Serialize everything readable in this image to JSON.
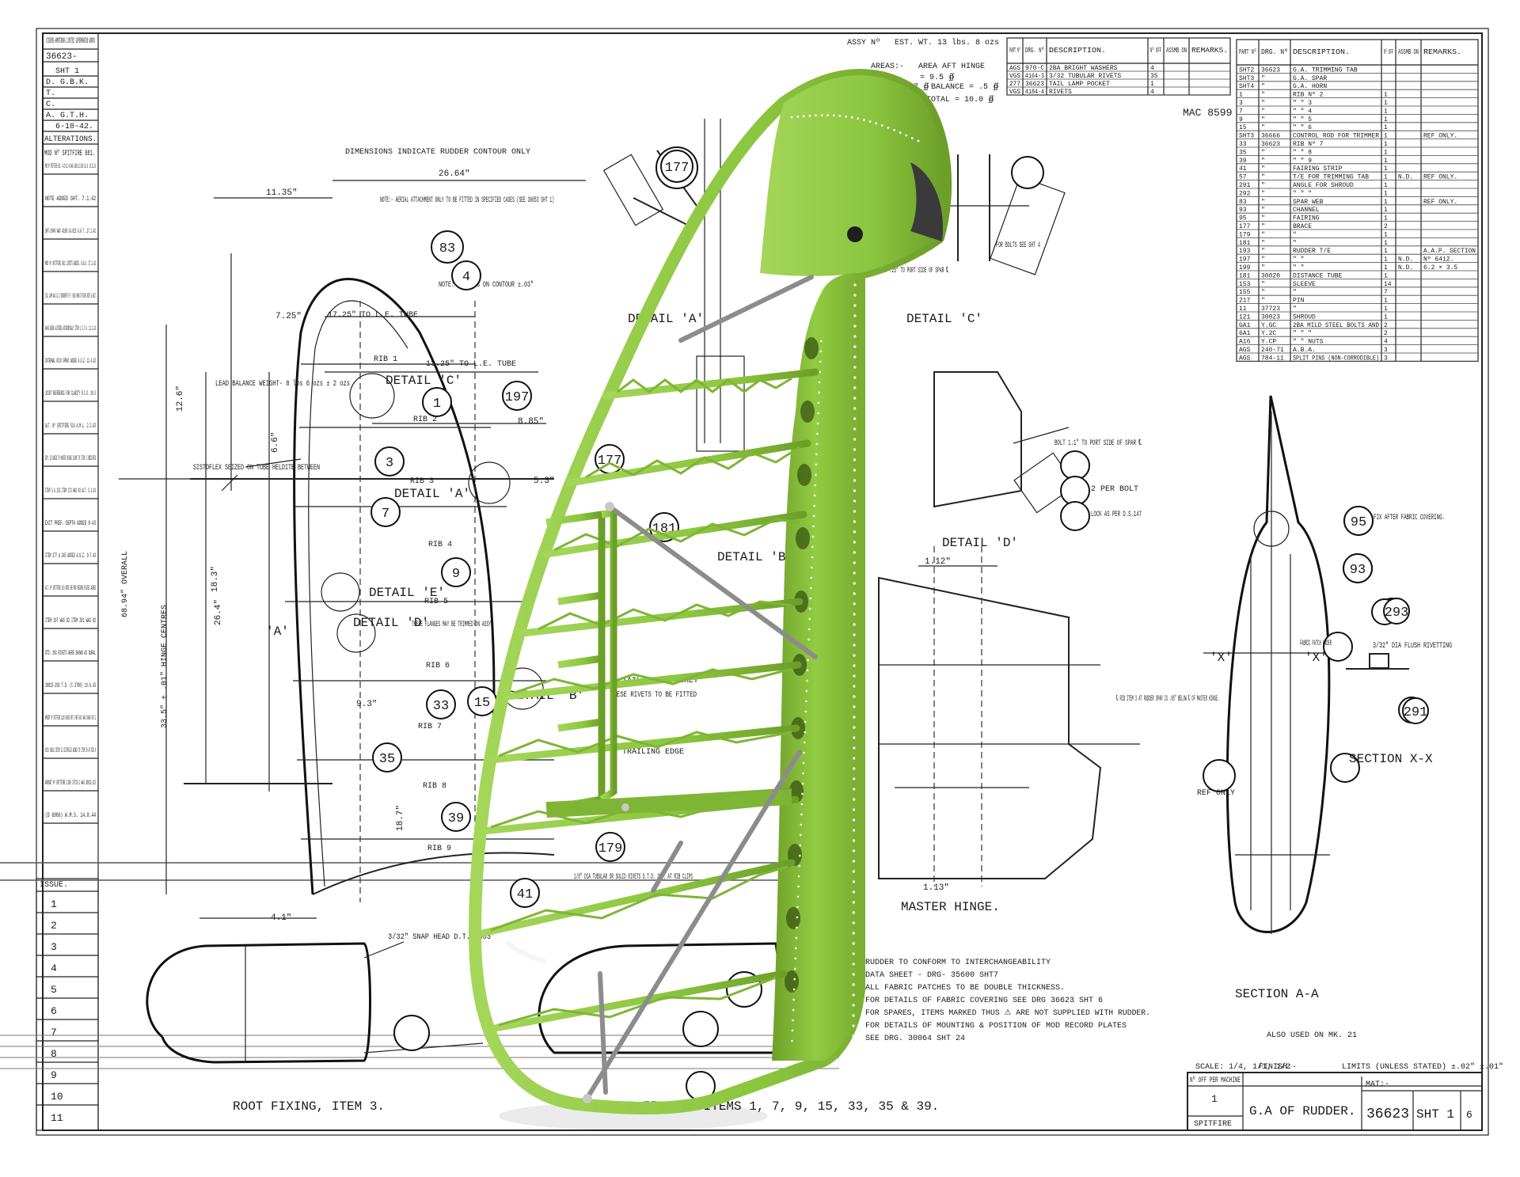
{
  "drawing": {
    "mac_number": "MAC 8599",
    "header": {
      "assy_no": "ASSY Nº",
      "est_wt": "EST. WT. 13 lbs. 8 ozs",
      "areas": "AREAS:-",
      "area_aft_hinge": "AREA AFT HINGE",
      "area_value": "= 9.5 ∯",
      "area_fore": "AREA = 0.7 ∯",
      "balance": "BALANCE = .5 ∯",
      "total": "TOTAL = 10.0 ∯"
    },
    "left_strip": {
      "firm": "VICKERS-ARMSTRONG LIMITED SUPERMARINE WORKS",
      "drawing_no": "36623-",
      "sheet": "SHT 1",
      "d": "D. G.B.K.",
      "t": "T.",
      "c": "C.",
      "a": "A. G.T.H.",
      "date": "6-10-42.",
      "alterations": "ALTERATIONS.",
      "mod": "MOD Nº SPITFIRE 681.",
      "issue": "ISSUE.",
      "issues": [
        "1",
        "2",
        "3",
        "4",
        "5",
        "6",
        "7",
        "8",
        "9",
        "10",
        "11"
      ],
      "notes": [
        "MOD Nº SPITFIRE 681. 4-23-11-43 WAS 4186-12.026 D.B.K. 20.12.42",
        "NOTE ADDED SHT. 7.1.42",
        "SHT-2049 WAS 4168-14.023 G.H.T. 17.1.42",
        "MOD Nº SPITFIRE 681 LIMITS ADDED. B.B.K. 27.2.42",
        "TAIL LAMP WAS Z.D.2 TRANSPORT P.P. 5082 HORN TO RIGHT NOTE & BOLT",
        "HAVE BEEN ALTERED ACCORDINGLY ITEM 1 G.T.H. 12.3.42",
        "INTERNAL KICK SPRAY ADDED A.G.Z. 12.4.42",
        "JOINT REFERENCE FOR CLARITY R.C.O. 30.5",
        "ALT. Nº SPITFIRE 516 A.M.L. 2.3.43",
        "DIM. IS ADDED TO MASTER HINGE SLOPE TO ITEM 3 INDICATED",
        "ITEM 5 & 152 ITEM 173 WAS 93 ALT. 5.3.43",
        "EXIT PREF. DEPTH ADDED 8-43",
        "ITEM 277 & 245 ADDED A.G.Z. 9-7.43",
        "ALT. Nº SPITFIRE 516 NOTE RE MOD RECORD PLATES ADDED",
        "ITEM 197 WAS 82 ITEM 291 WAS 82",
        "DTD. 303 RIVETS WERE SHOWN AS DURAL",
        "30023-293 T.D. (C.3708) 19.6.43",
        "AMENDT Nº SPITFIRE 1100 36665 SHT 3 REF ONLY WAS 36666 SHT.2",
        "VICK 36662 ISTEM 31 SISTOFLEX ADDED TO ITEM 39 AT RIB 9",
        "AMENDT Nº SPITFIRE 1350 37723-1 WAS 30023-215",
        "(D 6986) W.M.S. 14.8.44"
      ]
    },
    "top_parts_table": {
      "headers": [
        "PART Nº",
        "DRG. Nº",
        "DESCRIPTION.",
        "Nº OFF",
        "ASSMB ON",
        "REMARKS."
      ],
      "rows": [
        [
          "AGS",
          "970-C",
          "2BA BRIGHT WASHERS",
          "4",
          ""
        ],
        [
          "VGS",
          "4164-3",
          "3/32 TUBULAR RIVETS",
          "35",
          ""
        ],
        [
          "277",
          "36623",
          "TAIL LAMP POCKET",
          "1",
          ""
        ],
        [
          "VGS",
          "4184-4",
          "RIVETS",
          "4",
          ""
        ]
      ]
    },
    "right_parts_table": {
      "headers": [
        "PART Nº",
        "DRG. Nº",
        "DESCRIPTION.",
        "Nº OFF",
        "ASSMB ON",
        "REMARKS."
      ],
      "rows": [
        [
          "SHT2",
          "36623",
          "G.A. TRIMMING TAB",
          "",
          "",
          ""
        ],
        [
          "SHT3",
          "\"",
          "G.A. SPAR",
          "",
          "",
          ""
        ],
        [
          "SHT4",
          "\"",
          "G.A. HORN",
          "",
          "",
          ""
        ],
        [
          "1",
          "\"",
          "RIB Nº 2",
          "1",
          "",
          ""
        ],
        [
          "3",
          "\"",
          "\"  \"  3",
          "1",
          "",
          ""
        ],
        [
          "7",
          "\"",
          "\"  \"  4",
          "1",
          "",
          ""
        ],
        [
          "9",
          "\"",
          "\"  \"  5",
          "1",
          "",
          ""
        ],
        [
          "15",
          "\"",
          "\"  \"  6",
          "1",
          "",
          ""
        ],
        [
          "SHT3",
          "36666",
          "CONTROL ROD FOR TRIMMER",
          "1",
          "",
          "REF ONLY."
        ],
        [
          "33",
          "36623",
          "RIB Nº 7",
          "1",
          "",
          ""
        ],
        [
          "35",
          "\"",
          "\"  \"  8",
          "1",
          "",
          ""
        ],
        [
          "39",
          "\"",
          "\"  \"  9",
          "1",
          "",
          ""
        ],
        [
          "41",
          "\"",
          "FAIRING STRIP",
          "1",
          "",
          ""
        ],
        [
          "57",
          "\"",
          "T/E FOR TRIMMING TAB",
          "1",
          "N.D.",
          "REF ONLY."
        ],
        [
          "291",
          "\"",
          "ANGLE FOR SHROUD",
          "1",
          "",
          ""
        ],
        [
          "292",
          "\"",
          "\"   \"   \"",
          "1",
          "",
          ""
        ],
        [
          "83",
          "\"",
          "SPAR WEB",
          "1",
          "",
          "REF ONLY."
        ],
        [
          "93",
          "\"",
          "CHANNEL",
          "1",
          "",
          ""
        ],
        [
          "95",
          "\"",
          "FAIRING",
          "1",
          "",
          ""
        ],
        [
          "177",
          "\"",
          "BRACE",
          "2",
          "",
          ""
        ],
        [
          "179",
          "\"",
          "\"",
          "1",
          "",
          ""
        ],
        [
          "181",
          "\"",
          "\"",
          "1",
          "",
          ""
        ],
        [
          "193",
          "\"",
          "RUDDER T/E",
          "1",
          "",
          "A.A.P. SECTION"
        ],
        [
          "197",
          "\"",
          "\"   \"",
          "1",
          "N.D.",
          "Nº 6412."
        ],
        [
          "199",
          "\"",
          "\"   \"",
          "1",
          "N.D.",
          "6.2 × 3.5"
        ],
        [
          "181",
          "30020",
          "DISTANCE TUBE",
          "1",
          "",
          ""
        ],
        [
          "153",
          "\"",
          "SLEEVE",
          "14",
          "",
          ""
        ],
        [
          "155",
          "\"",
          "\"",
          "7",
          "",
          ""
        ],
        [
          "217",
          "\"",
          "PIN",
          "1",
          "",
          ""
        ],
        [
          "11",
          "37723",
          "\"",
          "1",
          "",
          ""
        ],
        [
          "121",
          "30023",
          "SHROUD",
          "1",
          "",
          ""
        ],
        [
          "GA1",
          "Y.GC",
          "2BA MILD STEEL BOLTS AND",
          "2",
          "",
          ""
        ],
        [
          "6A1",
          "Y.2C",
          "\"   \"   \"",
          "2",
          "",
          ""
        ],
        [
          "A16",
          "Y.CP",
          "\"   \"   NUTS",
          "4",
          "",
          ""
        ],
        [
          "AGS",
          "240-71",
          "A.B.A.",
          "3",
          "",
          ""
        ],
        [
          "AGS",
          "784-11",
          "SPLIT PINS (NON-CORRODIBLE)",
          "3",
          "",
          ""
        ]
      ]
    },
    "views": {
      "detail_a": "DETAIL 'A'",
      "detail_b": "DETAIL 'B'",
      "detail_c": "DETAIL 'C'",
      "detail_d": "DETAIL 'D'",
      "detail_e": "DETAIL 'E'",
      "master_hinge": "MASTER HINGE.",
      "section_aa": "SECTION A-A",
      "section_xx": "SECTION X-X",
      "root_fixing": "ROOT FIXING, ITEM 3.",
      "all_rib_fixings": "ALL RIB FIXINGS ITEMS 1, 7, 9, 15, 33, 35 & 39.",
      "dims_note": "DIMENSIONS INDICATE RUDDER CONTOUR ONLY",
      "label_a": "'A'",
      "label_x": "'X'"
    },
    "notes": {
      "aerial": "NOTE:- AERIAL ATTACHMENT ONLY TO BE FITTED IN SPECIFIED CASES (SEE 36653 SHT 1)",
      "limits": "NOTE:- LIMITS ON CONTOUR ±.03\"",
      "lead_balance": "LEAD BALANCE WEIGHT- 8 lbs 6 ozs ± 2 ozs",
      "sistoflex": "SISTOFLEX SEIZED ON TUBE HELDITE BETWEEN",
      "flanges": "THESE FLANGES MAY BE TRIMMED ON ASSY",
      "trailing_edge": "TRAILING EDGE",
      "tail_lamp": "TAIL LAMP POCKET",
      "rivets": "THESE RIVETS TO BE FITTED",
      "tubular": "1/8\" DIA TUBULAR OR SOLID RIVETS D.T.D. 303, AT RIB CLIPS",
      "snap_head": "3/32\" SNAP HEAD D.T.D 303",
      "fix_after": "FIX AFTER FABRIC COVERING.",
      "flush": "3/32\" DIA FLUSH RIVETTING",
      "fabric_patch": "FABRIC PATCH UNDER",
      "rib_item": "℄ RIB ITEM 3 AT RUDDER SPAR IS .05\" BELOW ℄ OF MASTER HINGE.",
      "bolt_port": "BOLT 1.1\" TO PORT SIDE OF SPAR ℄",
      "bolt_tail": "BOLT .25\" TO PORT SIDE OF SPAR ℄",
      "for_bolts": "FOR BOLTS SEE SHT 4",
      "per_bolt": "2 PER BOLT",
      "lock_as": "LOCK AS PER D.S.147",
      "interchangeability": [
        "RUDDER TO CONFORM TO INTERCHANGEABILITY",
        "DATA SHEET - DRG- 35600 SHT7",
        "ALL FABRIC PATCHES TO BE DOUBLE THICKNESS.",
        "FOR DETAILS OF FABRIC COVERING SEE DRG 36623 SHT 6",
        "FOR SPARES, ITEMS MARKED THUS ⚠ ARE NOT SUPPLIED WITH RUDDER.",
        "FOR DETAILS OF MOUNTING & POSITION OF MOD RECORD PLATES",
        "SEE DRG. 30064 SHT 24"
      ],
      "also_used": "ALSO USED ON MK. 21",
      "ref_only": "REF ONLY"
    },
    "dimensions": {
      "d1": "26.64\"",
      "d2": "11.35\"",
      "d3": "7.25\"",
      "d4": "17.25\" TO L.E. TUBE",
      "d5": "13.25\" TO L.E. TUBE",
      "d6": "8.85\"",
      "d7": "5.3\"",
      "d8": "6.6\"",
      "d9": "18.3\"",
      "d10": "26.4\"",
      "d11": "68.94\" OVERALL",
      "d12": "33.5\" ± .01\" HINGE CENTRES",
      "d13": "9.3\"",
      "d14": "18.7\"",
      "d15": "4.1\"",
      "d16": "1.13\"",
      "d17": "1.12\"",
      "d18": "12.6\""
    },
    "balloons": [
      "83",
      "4",
      "1",
      "3",
      "7",
      "9",
      "33",
      "15",
      "35",
      "39",
      "41",
      "177",
      "177",
      "181",
      "179",
      "197",
      "93",
      "95",
      "293",
      "291"
    ],
    "ribs": [
      "RIB 1",
      "RIB 2",
      "RIB 3",
      "RIB 4",
      "RIB 5",
      "RIB 6",
      "RIB 7",
      "RIB 8",
      "RIB 9"
    ],
    "title_block": {
      "scale": "SCALE: 1/4, 1/1, 1/2",
      "finish": "FINISH:-",
      "limits": "LIMITS (UNLESS STATED) ±.02\" ±.01\"",
      "mat": "MAT:-",
      "no_off": "Nº OFF PER MACHINE",
      "qty": "1",
      "type": "SPITFIRE",
      "title": "G.A OF RUDDER.",
      "drawing_number": "36623",
      "sheet": "SHT 1",
      "sheets": "6"
    },
    "colors": {
      "rudder_green": "#8cc63f",
      "rudder_dark": "#5f8c1f",
      "ink": "#1a1a1a",
      "rod_grey": "#8c8c8c"
    }
  }
}
